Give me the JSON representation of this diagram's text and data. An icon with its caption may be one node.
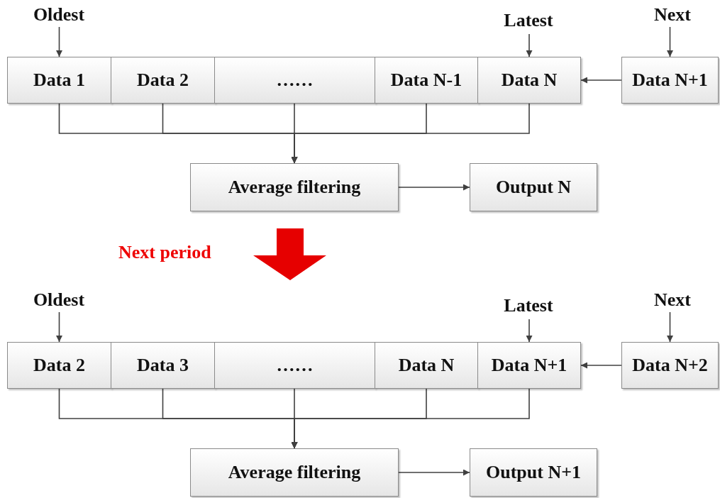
{
  "diagram": {
    "nodes": [
      {
        "text": [
          "Oldest"
        ]
      },
      {
        "text": [
          "Latest"
        ]
      },
      {
        "text": [
          "Next"
        ]
      },
      {
        "text": [
          "Data 1"
        ]
      },
      {
        "text": [
          "Data 2"
        ]
      },
      {
        "text": [
          "……"
        ]
      },
      {
        "text": [
          "Data N-1"
        ]
      },
      {
        "text": [
          "Data N"
        ]
      },
      {
        "text": [
          "Data N+1"
        ]
      },
      {
        "text": [
          "Average filtering"
        ]
      },
      {
        "text": [
          "Output N"
        ]
      },
      {
        "text": [
          "Oldest"
        ]
      },
      {
        "text": [
          "Latest"
        ]
      },
      {
        "text": [
          "Next"
        ]
      },
      {
        "text": [
          "Data 2"
        ]
      },
      {
        "text": [
          "Data 3"
        ]
      },
      {
        "text": [
          "……"
        ]
      },
      {
        "text": [
          "Data N"
        ]
      },
      {
        "text": [
          "Data N+1"
        ]
      },
      {
        "text": [
          "Data N+2"
        ]
      },
      {
        "text": [
          "Average filtering"
        ]
      },
      {
        "text": [
          "Output N+1"
        ]
      }
    ],
    "edges": [
      {
        "from": 0,
        "to": 3,
        "arrow": "to"
      },
      {
        "from": 1,
        "to": 7,
        "arrow": "to"
      },
      {
        "from": 2,
        "to": 8,
        "arrow": "to"
      },
      {
        "from": 8,
        "to": 7,
        "arrow": "to"
      },
      {
        "from": 3,
        "to": 9,
        "arrow": "to"
      },
      {
        "from": 4,
        "to": 9,
        "arrow": "to"
      },
      {
        "from": 5,
        "to": 9,
        "arrow": "to"
      },
      {
        "from": 6,
        "to": 9,
        "arrow": "to"
      },
      {
        "from": 7,
        "to": 9,
        "arrow": "to"
      },
      {
        "from": 9,
        "to": 10,
        "arrow": "to"
      },
      {
        "from": 11,
        "to": 14,
        "arrow": "to"
      },
      {
        "from": 12,
        "to": 18,
        "arrow": "to"
      },
      {
        "from": 13,
        "to": 19,
        "arrow": "to"
      },
      {
        "from": 19,
        "to": 18,
        "arrow": "to"
      },
      {
        "from": 14,
        "to": 20,
        "arrow": "to"
      },
      {
        "from": 15,
        "to": 20,
        "arrow": "to"
      },
      {
        "from": 16,
        "to": 20,
        "arrow": "to"
      },
      {
        "from": 17,
        "to": 20,
        "arrow": "to"
      },
      {
        "from": 18,
        "to": 20,
        "arrow": "to"
      },
      {
        "from": 20,
        "to": 21,
        "arrow": "to"
      }
    ],
    "labels": [
      "Next period"
    ]
  }
}
